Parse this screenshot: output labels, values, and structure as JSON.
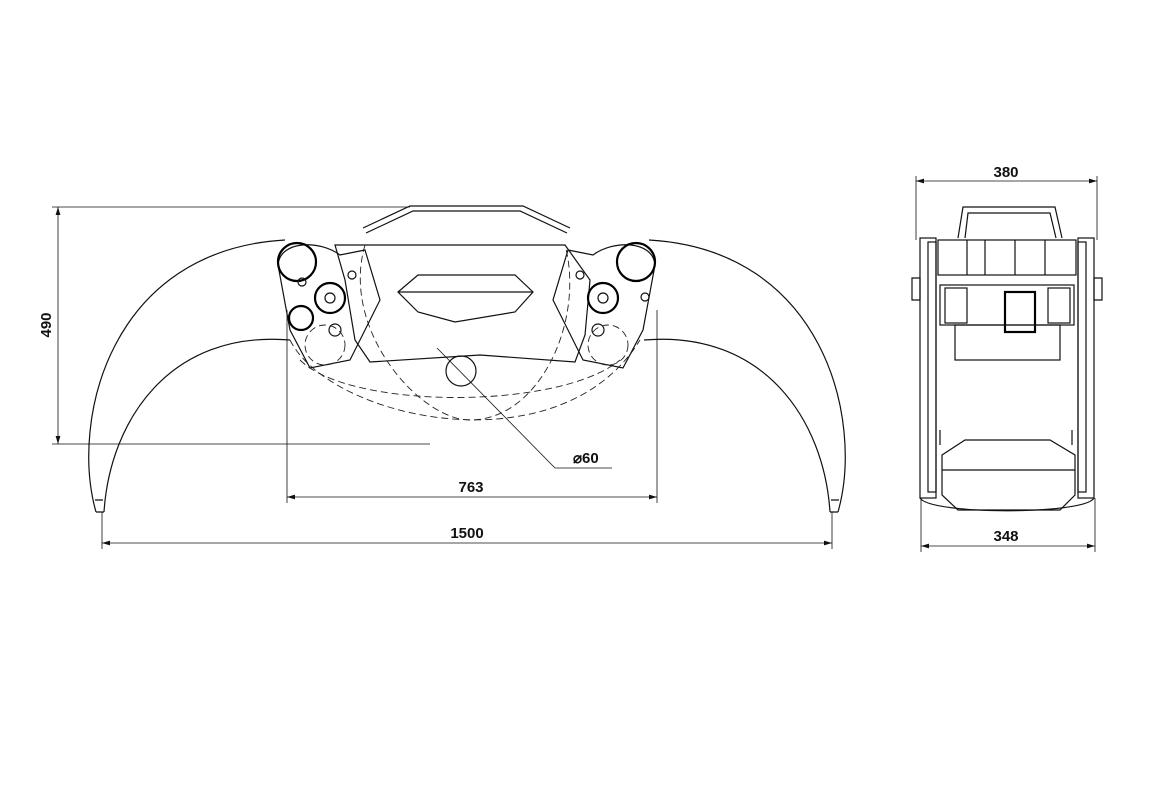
{
  "front_view": {
    "height_dim": "490",
    "inner_width_dim": "763",
    "overall_width_dim": "1500",
    "pin_diameter_dim": "⌀60"
  },
  "side_view": {
    "top_width_dim": "380",
    "bottom_width_dim": "348"
  }
}
